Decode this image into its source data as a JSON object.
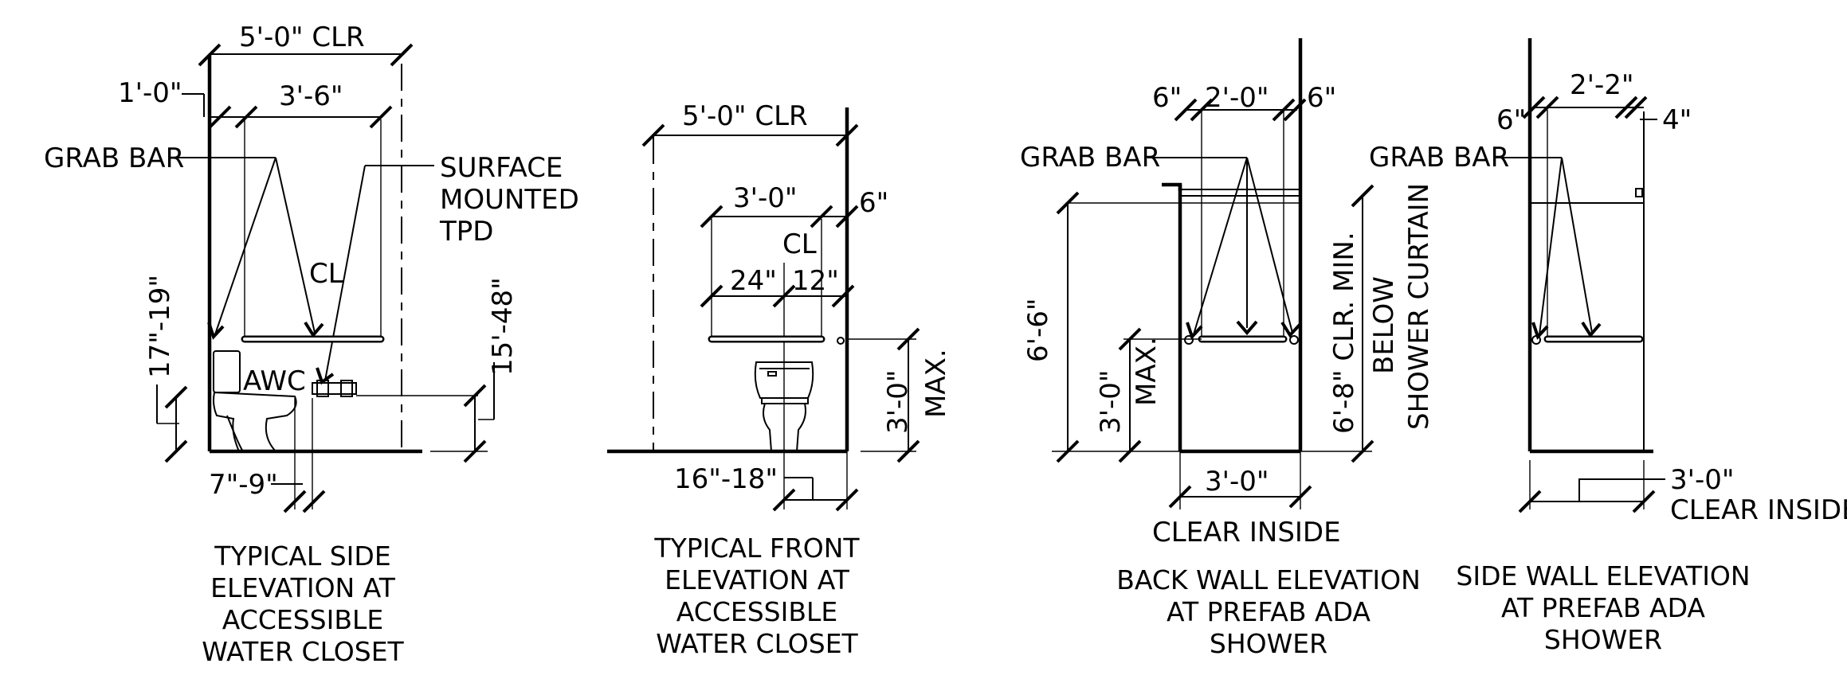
{
  "colors": {
    "ink": "#000000",
    "background": "#ffffff"
  },
  "views": {
    "side_wc": {
      "dim_top": "5'-0\" CLR",
      "dim_back": "1'-0\"",
      "dim_bar": "3'-6\"",
      "grab_bar": "GRAB BAR",
      "tpd_1": "SURFACE",
      "tpd_2": "MOUNTED",
      "tpd_3": "TPD",
      "centerline": "CL",
      "seat_height": "17\"-19\"",
      "tpd_height": "15'-48\"",
      "fixture": "AWC",
      "tpd_offset": "7\"-9\"",
      "caption_1": "TYPICAL SIDE",
      "caption_2": "ELEVATION AT",
      "caption_3": "ACCESSIBLE",
      "caption_4": "WATER CLOSET"
    },
    "front_wc": {
      "dim_top": "5'-0\" CLR",
      "dim_bar": "3'-0\"",
      "dim_end": "6\"",
      "centerline": "CL",
      "dim_left": "24\"",
      "dim_right": "12\"",
      "bar_height": "3'-0\"",
      "bar_max": "MAX.",
      "wc_offset": "16\"-18\"",
      "caption_1": "TYPICAL FRONT",
      "caption_2": "ELEVATION AT",
      "caption_3": "ACCESSIBLE",
      "caption_4": "WATER CLOSET"
    },
    "back_shower": {
      "dim_left": "6\"",
      "dim_mid": "2'-0\"",
      "dim_right": "6\"",
      "grab_bar": "GRAB BAR",
      "overall_height": "6'-6\"",
      "bar_height": "3'-0\"",
      "bar_max": "MAX.",
      "curtain_clr": "6'-8\" CLR. MIN.",
      "curtain_1": "BELOW",
      "curtain_2": "SHOWER CURTAIN",
      "width": "3'-0\"",
      "clear_inside": "CLEAR INSIDE",
      "caption_1": "BACK WALL ELEVATION",
      "caption_2": "AT PREFAB ADA",
      "caption_3": "SHOWER"
    },
    "side_shower": {
      "dim_left": "6\"",
      "dim_mid": "2'-2\"",
      "dim_right": "4\"",
      "grab_bar": "GRAB BAR",
      "width": "3'-0\"",
      "clear_inside": "CLEAR INSIDE",
      "caption_1": "SIDE WALL ELEVATION",
      "caption_2": "AT PREFAB ADA",
      "caption_3": "SHOWER"
    }
  }
}
